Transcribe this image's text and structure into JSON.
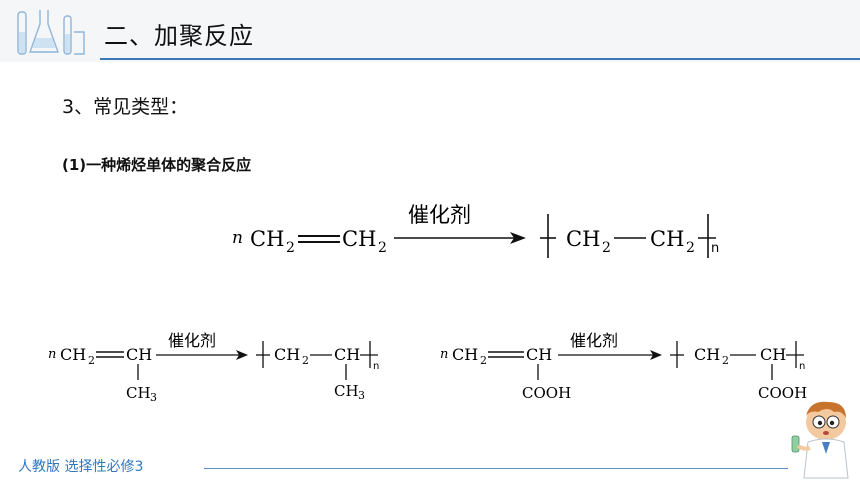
{
  "header": {
    "title": "二、加聚反应"
  },
  "content": {
    "heading": "3、常见类型：",
    "subheading": "(1)一种烯烃单体的聚合反应"
  },
  "reactions": {
    "catalyst": "催化剂",
    "ethylene": {
      "coef": "n",
      "reactant_left": "CH",
      "reactant_right": "CH",
      "sub2": "2",
      "product_left": "CH",
      "product_right": "CH",
      "poly_n": "n"
    },
    "propylene": {
      "coef": "n",
      "r1": "CH",
      "r2": "CH",
      "branch": "CH",
      "branch_sub": "3",
      "p1": "CH",
      "p2": "CH",
      "poly_n": "n"
    },
    "acrylic": {
      "coef": "n",
      "r1": "CH",
      "r2": "CH",
      "branch": "COOH",
      "p1": "CH",
      "p2": "CH",
      "poly_n": "n"
    }
  },
  "footer": {
    "text": "人教版 选择性必修3"
  },
  "icons": {
    "lab": "lab-glassware-icon",
    "mascot": "scientist-mascot-icon"
  },
  "colors": {
    "accent": "#3c78b4",
    "footer_text": "#2f77c0"
  }
}
